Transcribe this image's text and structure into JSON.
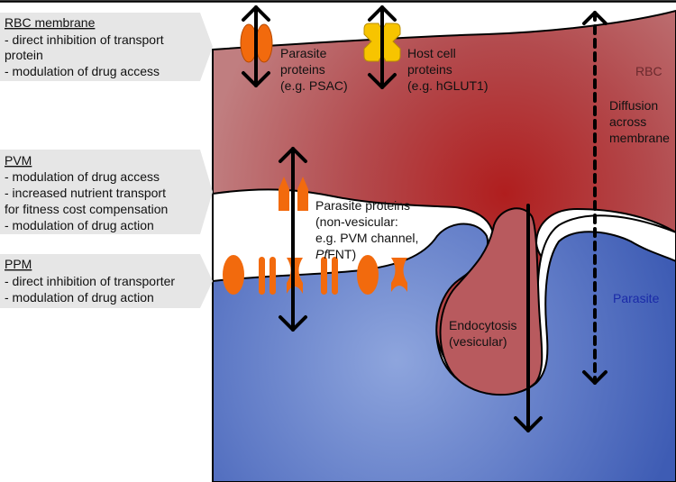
{
  "callouts": {
    "rbc_membrane": {
      "title": "RBC membrane",
      "lines": [
        "- direct inhibition of transport",
        "protein",
        "- modulation of drug access"
      ]
    },
    "pvm": {
      "title": "PVM",
      "lines": [
        "- modulation of drug access",
        "- increased nutrient transport",
        "for fitness cost compensation",
        "- modulation of drug action"
      ]
    },
    "ppm": {
      "title": "PPM",
      "lines": [
        "- direct inhibition of transporter",
        "- modulation of drug action"
      ]
    }
  },
  "labels": {
    "parasite_proteins_rbc": [
      "Parasite",
      "proteins",
      "(e.g. PSAC)"
    ],
    "host_cell_proteins": [
      "Host cell",
      "proteins",
      "(e.g. hGLUT1)"
    ],
    "rbc": "RBC",
    "diffusion": [
      "Diffusion",
      "across",
      "membrane"
    ],
    "parasite_proteins_pvm": {
      "line1": "Parasite proteins",
      "line2": "(non-vesicular:",
      "line3": "e.g. PVM channel,",
      "line4_italic": "Pf",
      "line4_rest": "FNT)"
    },
    "parasite": "Parasite",
    "endocytosis": [
      "Endocytosis",
      "(vesicular)"
    ]
  },
  "colors": {
    "rbc_fill": "#b85a5e",
    "rbc_center": "#b02020",
    "parasite_fill": "#4a68bb",
    "parasite_center": "#8aa2dc",
    "protein_orange": "#f26a0d",
    "protein_yellow": "#f7c400",
    "callout_bg": "#e6e6e6",
    "parasite_text": "#1a2aa8",
    "rbc_text": "#6b2a2e"
  }
}
